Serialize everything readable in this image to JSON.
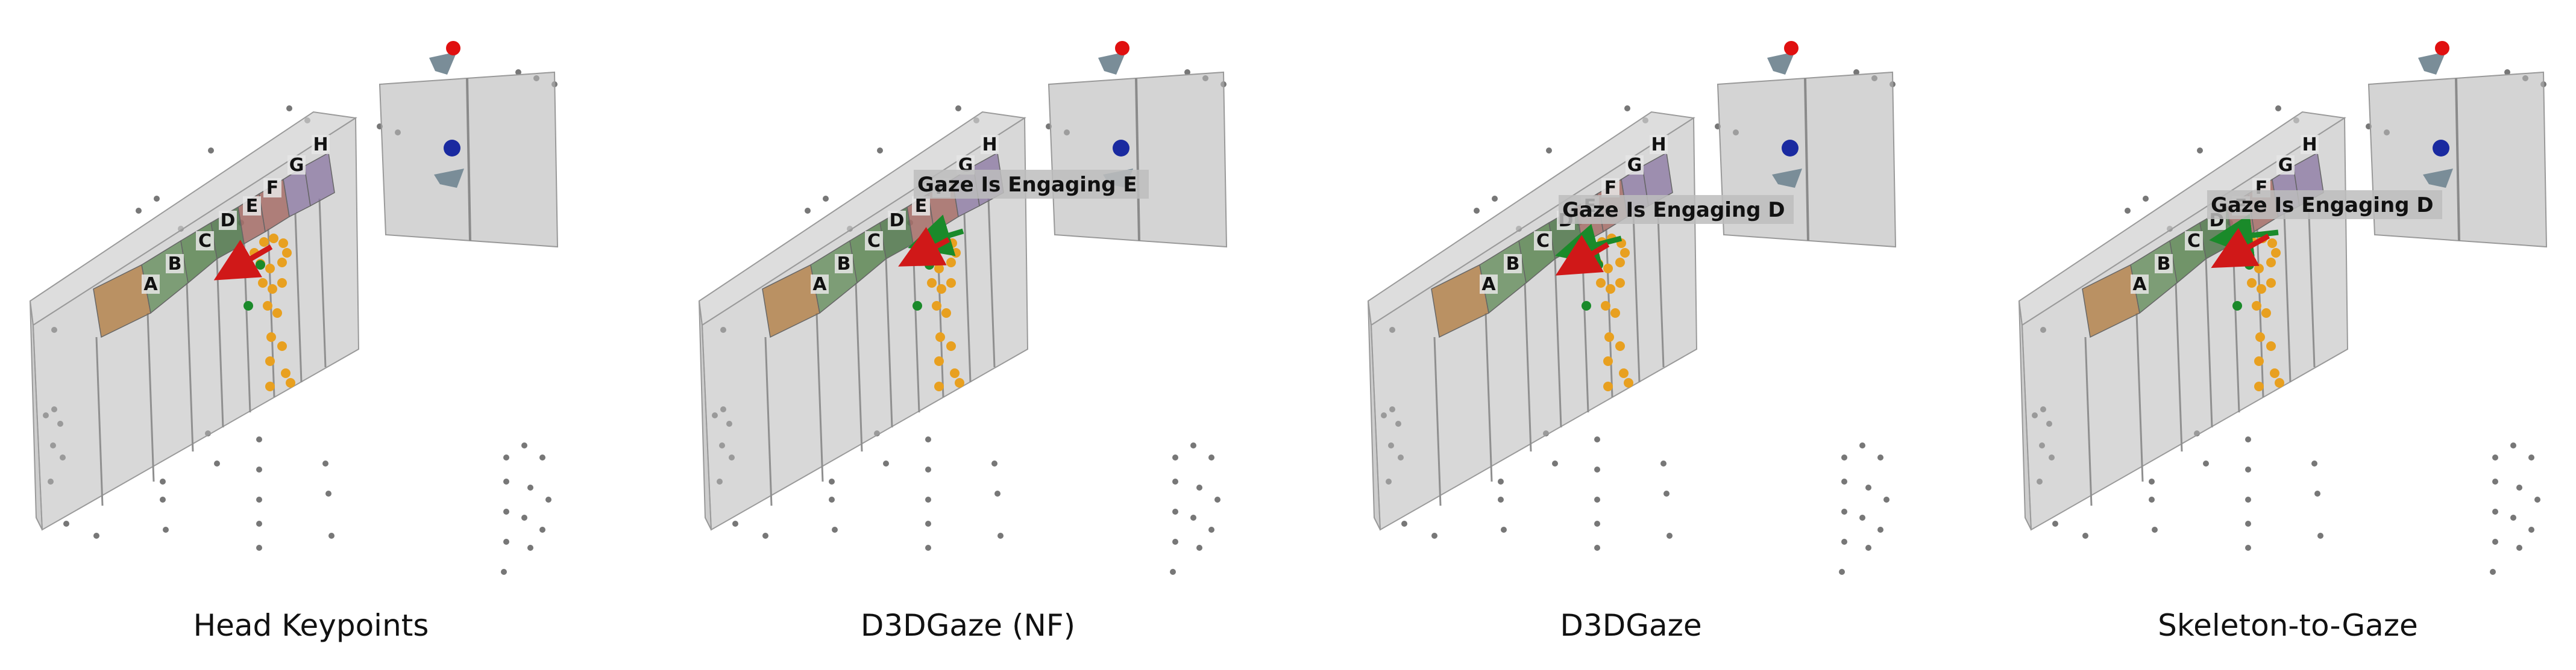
{
  "panels": [
    {
      "id": "head-keypoints",
      "caption": "Head Keypoints",
      "gaze_label": ""
    },
    {
      "id": "d3dgaze-nf",
      "caption": "D3DGaze (NF)",
      "gaze_label": "Gaze Is Engaging E"
    },
    {
      "id": "d3dgaze",
      "caption": "D3DGaze",
      "gaze_label": "Gaze Is Engaging D"
    },
    {
      "id": "skeleton-to-gaze",
      "caption": "Skeleton-to-Gaze",
      "gaze_label": "Gaze Is Engaging D"
    }
  ],
  "bins": [
    {
      "label": "A",
      "color": "#b07a3c"
    },
    {
      "label": "B",
      "color": "#5f8a55"
    },
    {
      "label": "C",
      "color": "#4f7d44"
    },
    {
      "label": "D",
      "color": "#3f6b3a"
    },
    {
      "label": "E",
      "color": "#a0605a"
    },
    {
      "label": "F",
      "color": "#a0605a"
    },
    {
      "label": "G",
      "color": "#8a76a2"
    },
    {
      "label": "H",
      "color": "#8a76a2"
    }
  ],
  "colors": {
    "shelf": "#b8b8b8",
    "keypoint": "#e8a020",
    "predicted_arrow": "#d01818",
    "ground_truth_arrow": "#1a8a2a",
    "camera_red": "#e01010",
    "camera_blue": "#1a2aa0",
    "points": "#777777"
  }
}
